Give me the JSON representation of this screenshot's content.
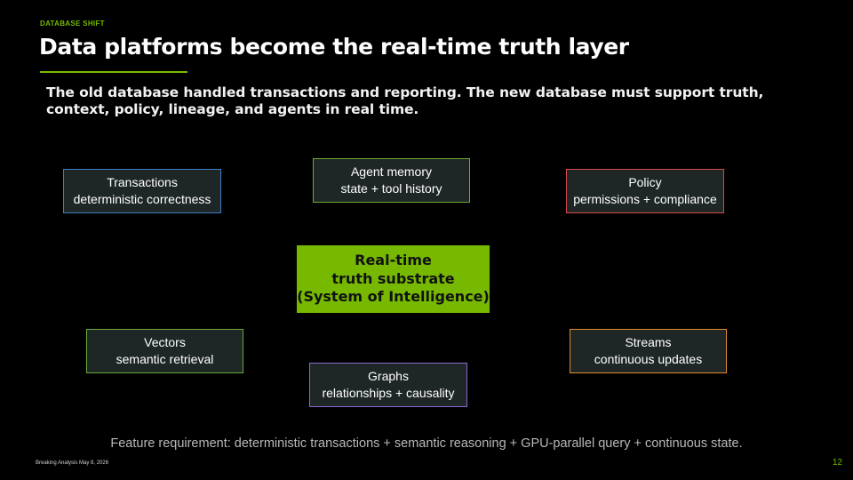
{
  "slide": {
    "kicker": "DATABASE SHIFT",
    "title": "Data platforms become the real-time truth layer",
    "subtitle": "The old database handled transactions and reporting. The new database must support truth, context, policy, lineage, and agents in real time.",
    "footnote": "Feature requirement: deterministic transactions + semantic reasoning + GPU-parallel query + continuous state.",
    "footer_left": "Breaking Analysis May 8, 2026",
    "page_number": "12",
    "accent_color": "#76b900"
  },
  "diagram": {
    "center": {
      "lines": [
        "Real-time",
        "truth substrate",
        "(System of Intelligence)"
      ],
      "color": "#76b900"
    },
    "nodes": [
      {
        "id": "transactions",
        "title": "Transactions",
        "subtitle": "deterministic correctness",
        "border_color": "#3d7ec4"
      },
      {
        "id": "agent-memory",
        "title": "Agent memory",
        "subtitle": "state + tool history",
        "border_color": "#6aaa3a"
      },
      {
        "id": "policy",
        "title": "Policy",
        "subtitle": "permissions + compliance",
        "border_color": "#d94848"
      },
      {
        "id": "vectors",
        "title": "Vectors",
        "subtitle": "semantic retrieval",
        "border_color": "#6aaa3a"
      },
      {
        "id": "graphs",
        "title": "Graphs",
        "subtitle": "relationships + causality",
        "border_color": "#8a6ad0"
      },
      {
        "id": "streams",
        "title": "Streams",
        "subtitle": "continuous updates",
        "border_color": "#e08a2e"
      }
    ]
  }
}
